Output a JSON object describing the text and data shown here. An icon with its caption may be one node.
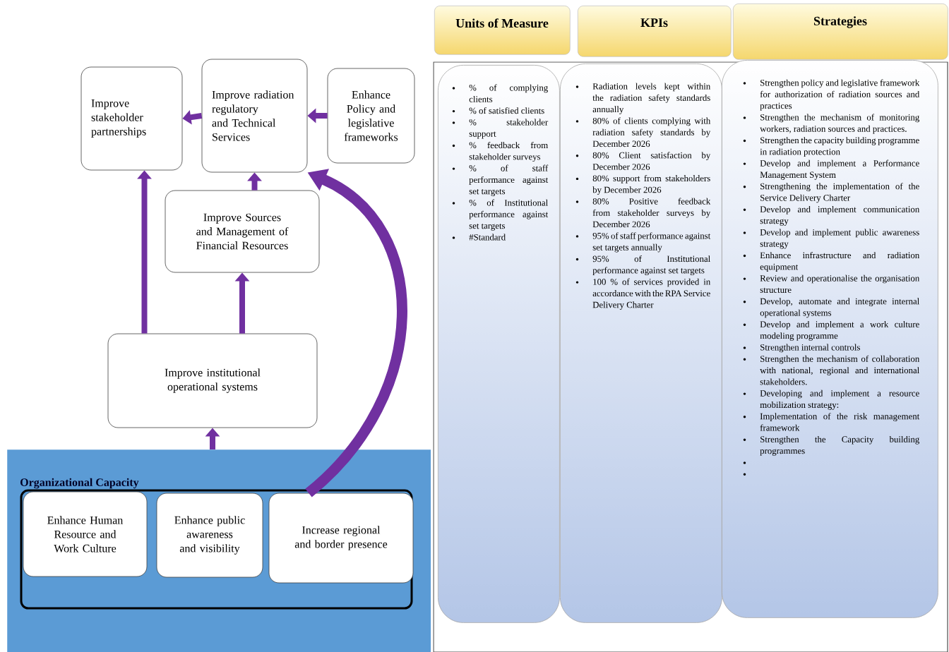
{
  "diagram": {
    "nodes": [
      {
        "text": [
          "Improve stakeholder partnerships"
        ]
      },
      {
        "text": [
          "Improve radiation regulatory and Technical Services"
        ]
      },
      {
        "text": [
          "Enhance Policy and legislative frameworks"
        ]
      },
      {
        "text": [
          "Improve Sources and Management of Financial Resources"
        ]
      },
      {
        "text": [
          "Improve institutional operational systems"
        ]
      },
      {
        "text": [
          "Organizational Capacity"
        ]
      },
      {
        "text": [
          "Enhance Human Resource and Work Culture"
        ],
        "in": 5
      },
      {
        "text": [
          "Enhance public awareness and visibility"
        ],
        "in": 5
      },
      {
        "text": [
          "Increase regional and border presence"
        ],
        "in": 5
      },
      {
        "text": [
          "Units of Measure"
        ]
      },
      {
        "text": [
          "KPIs"
        ]
      },
      {
        "text": [
          "Strategies"
        ]
      },
      {
        "text": [
          "% of complying clients",
          "% of satisfied clients",
          "% stakeholder support",
          "% feedback from stakeholder surveys",
          "% of staff performance against set targets",
          "% of Institutional performance against set targets",
          "#Standard"
        ]
      },
      {
        "text": [
          "Radiation levels kept within the radiation safety standards annually",
          "80% of clients complying with radiation safety standards by December 2026",
          "80% Client satisfaction by December 2026",
          "80% support from stakeholders by December 2026",
          "80% Positive feedback from stakeholder surveys by December 2026",
          "95% of staff performance against set targets annually",
          "95% of Institutional performance against set targets",
          "100 % of services provided in accordance with the RPA Service Delivery Charter"
        ]
      },
      {
        "text": [
          "Strengthen policy and legislative framework for authorization of radiation sources and practices",
          "Strengthen the mechanism of monitoring workers, radiation sources and practices.",
          "Strengthen the capacity building programme in radiation protection",
          "Develop and implement a Performance Management System",
          "Strengthening the implementation of the Service Delivery Charter",
          "Develop and implement communication strategy",
          "Develop and implement public awareness strategy",
          "Enhance infrastructure and radiation equipment",
          "Review and operationalise the organisation structure",
          "Develop, automate and integrate internal operational systems",
          "Develop and implement a work culture modeling programme",
          "Strengthen internal controls",
          "Strengthen the mechanism of collaboration with national, regional and international stakeholders.",
          "Developing and implement a resource mobilization strategy:",
          "Implementation of the risk management framework",
          "Strengthen the Capacity building programmes"
        ]
      }
    ],
    "edges": [
      {
        "from": 1,
        "to": 0,
        "arrow": "to"
      },
      {
        "from": 2,
        "to": 1,
        "arrow": "to"
      },
      {
        "from": 3,
        "to": 1,
        "arrow": "to"
      },
      {
        "from": 4,
        "to": 0,
        "arrow": "to"
      },
      {
        "from": 4,
        "to": 3,
        "arrow": "to"
      },
      {
        "from": 5,
        "to": 4,
        "arrow": "to"
      },
      {
        "from": 8,
        "to": 1,
        "arrow": "to",
        "style": "thick"
      }
    ]
  }
}
